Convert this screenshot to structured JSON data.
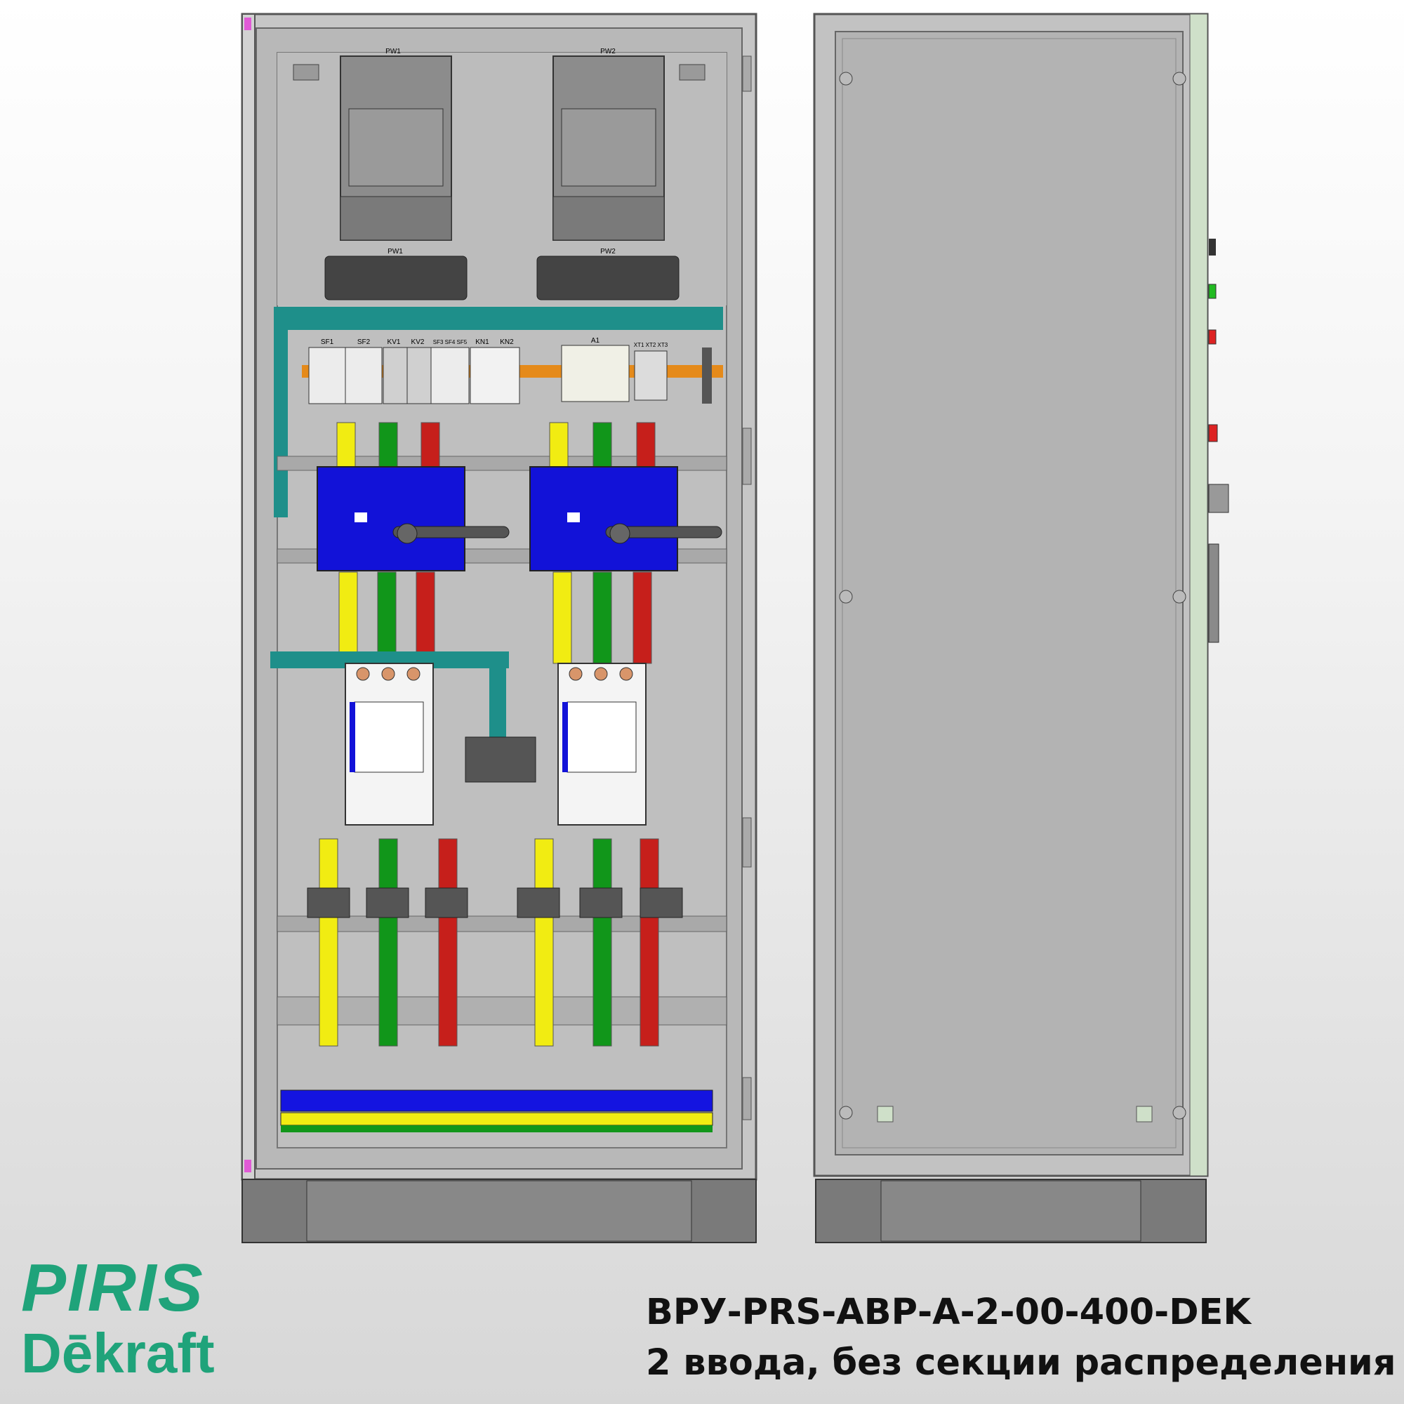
{
  "brand": {
    "line1": "PIRIS",
    "line2": "Dēkraft",
    "color": "#1fa37a"
  },
  "product": {
    "model": "ВРУ-PRS-АВР-А-2-00-400-DEK",
    "description": "2 ввода, без секции распределения"
  },
  "labels": {
    "meter1_top": "PW1",
    "meter2_top": "PW2",
    "meter1_bottom": "PW1",
    "meter2_bottom": "PW2",
    "din_sf1": "SF1",
    "din_sf2": "SF2",
    "din_kv1": "KV1",
    "din_kv2": "KV2",
    "din_group": "SF3 SF4 SF5",
    "din_kn1": "KN1",
    "din_kn2": "KN2",
    "din_a1": "A1",
    "din_xt": "XT1 XT2 XT3"
  },
  "colors": {
    "phase_l1": "#f1ec12",
    "phase_l2": "#11961a",
    "phase_l3": "#c61f1b",
    "switch_blue": "#1212d8",
    "pen_blue": "#1414e0",
    "duct": "#1e8f8a",
    "cabinet": "#b9b9b9",
    "plinth": "#7a7a7a"
  }
}
